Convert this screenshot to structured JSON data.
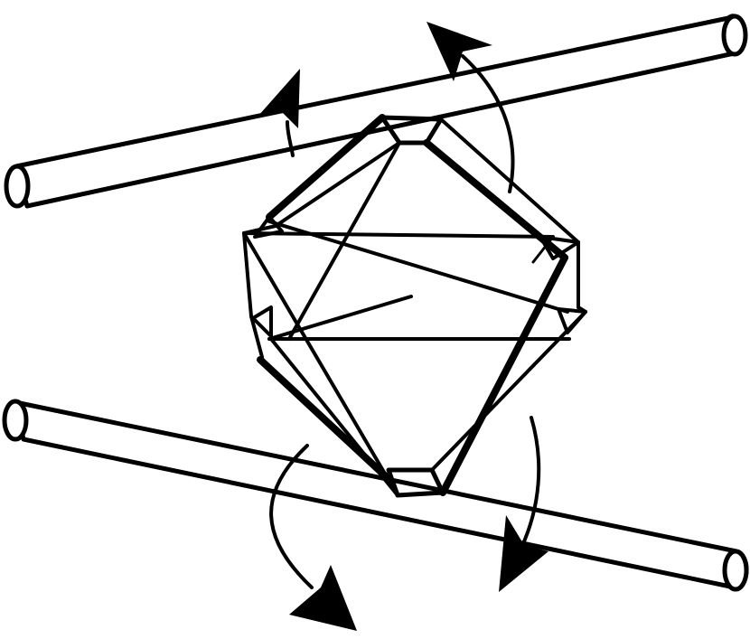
{
  "colors": {
    "stroke": "#000000",
    "background": "#ffffff"
  },
  "figure": {
    "rods": [
      "top-rod",
      "bottom-rod"
    ],
    "crystal": "truncated-octahedral-crystal",
    "arrows": [
      "rotation-arrow-upper-left",
      "rotation-arrow-upper-right",
      "rotation-arrow-lower-left",
      "rotation-arrow-lower-right"
    ]
  }
}
